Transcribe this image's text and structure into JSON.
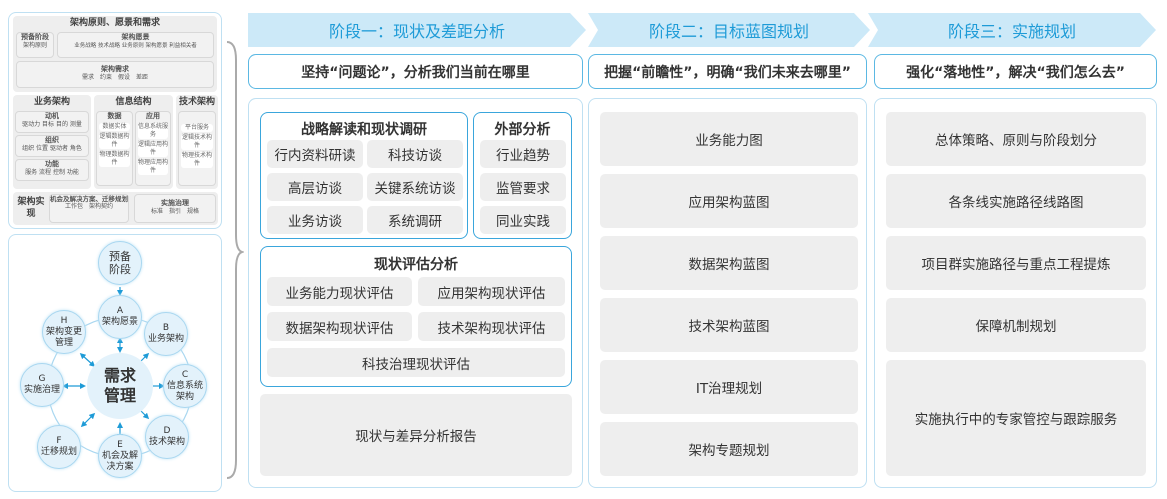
{
  "left_top": {
    "title": "架构原则、愿景和需求",
    "prelim": {
      "title": "预备阶段",
      "items": "架构原则"
    },
    "vision": {
      "title": "架构愿景",
      "items": "业务战略 技术战略 业务原则 架构愿景 利益相关者"
    },
    "requirements": {
      "title": "架构需求",
      "items": "需求　约束　假设　差距"
    },
    "business": {
      "title": "业务架构",
      "groups": [
        {
          "title": "动机",
          "items": "驱动力 目标 目的 测量"
        },
        {
          "title": "组织",
          "items": "组织 位置 驱动者 角色"
        },
        {
          "title": "功能",
          "items": "服务 流程 控制 功能"
        }
      ]
    },
    "info": {
      "title": "信息结构",
      "data": {
        "title": "数据",
        "items": [
          "数据实体",
          "逻辑数据构件",
          "物理数据构件"
        ]
      },
      "app": {
        "title": "应用",
        "items": [
          "信息系统服务",
          "逻辑应用构件",
          "物理应用构件"
        ]
      }
    },
    "tech": {
      "title": "技术架构",
      "items": [
        "平台服务",
        "逻辑技术构件",
        "物理技术构件"
      ]
    },
    "realization": {
      "title": "架构实现",
      "opportunity": {
        "title": "机会及解决方案、迁移规划",
        "items": "工作包　架构契约"
      },
      "governance": {
        "title": "实施治理",
        "items": "标准　指引　规格"
      }
    }
  },
  "cycle": {
    "prelim": "预备阶段",
    "center": "需求管理",
    "nodes": [
      {
        "letter": "A",
        "label": "架构愿景"
      },
      {
        "letter": "B",
        "label": "业务架构"
      },
      {
        "letter": "C",
        "label": "信息系统架构"
      },
      {
        "letter": "D",
        "label": "技术架构"
      },
      {
        "letter": "E",
        "label": "机会及解决方案"
      },
      {
        "letter": "F",
        "label": "迁移规划"
      },
      {
        "letter": "G",
        "label": "实施治理"
      },
      {
        "letter": "H",
        "label": "架构变更管理"
      }
    ]
  },
  "stages": [
    {
      "title": "阶段一：现状及差距分析",
      "subtitle": "坚持“问题论”，分析我们当前在哪里",
      "strategy": {
        "title": "战略解读和现状调研",
        "items": [
          "行内资料研读",
          "科技访谈",
          "高层访谈",
          "关键系统访谈",
          "业务访谈",
          "系统调研"
        ]
      },
      "external": {
        "title": "外部分析",
        "items": [
          "行业趋势",
          "监管要求",
          "同业实践"
        ]
      },
      "assessment": {
        "title": "现状评估分析",
        "items": [
          "业务能力现状评估",
          "应用架构现状评估",
          "数据架构现状评估",
          "技术架构现状评估",
          "科技治理现状评估"
        ]
      },
      "report": "现状与差异分析报告"
    },
    {
      "title": "阶段二：目标蓝图规划",
      "subtitle": "把握“前瞻性”，明确“我们未来去哪里”",
      "items": [
        "业务能力图",
        "应用架构蓝图",
        "数据架构蓝图",
        "技术架构蓝图",
        "IT治理规划",
        "架构专题规划"
      ]
    },
    {
      "title": "阶段三：实施规划",
      "subtitle": "强化“落地性”，解决“我们怎么去”",
      "items": [
        "总体策略、原则与阶段划分",
        "各条线实施路径线路图",
        "项目群实施路径与重点工程提炼",
        "保障机制规划",
        "实施执行中的专家管控与跟踪服务"
      ]
    }
  ],
  "colors": {
    "header_bg": "#cce9f8",
    "header_text": "#1e9bd7",
    "border": "#5bb8e3",
    "item_bg": "#eeeeee"
  }
}
